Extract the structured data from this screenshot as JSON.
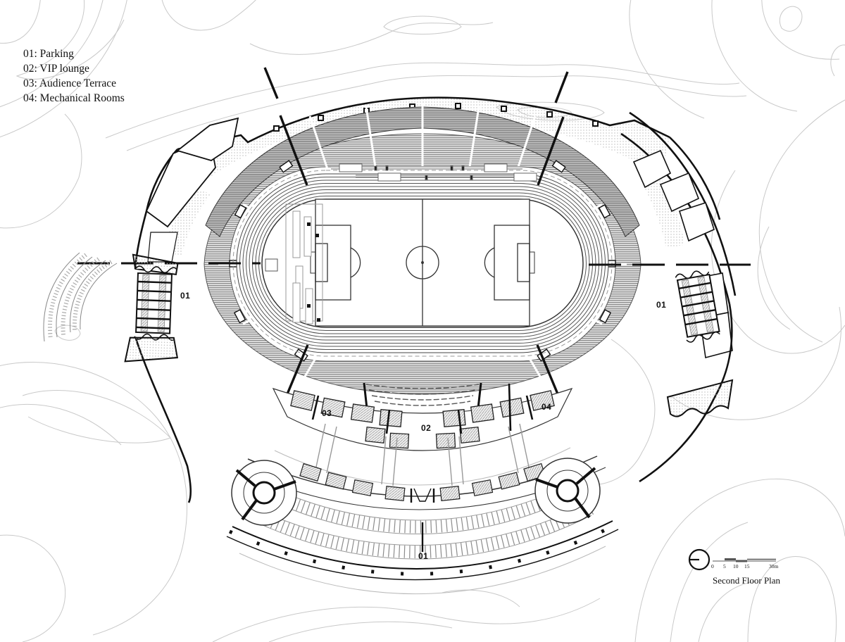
{
  "legend": {
    "items": [
      "01: Parking",
      "02: VIP lounge",
      "03: Audience Terrace",
      "04: Mechanical Rooms"
    ]
  },
  "plan_labels": {
    "parking_west": "01",
    "parking_east": "01",
    "parking_south": "01",
    "vip_lounge": "02",
    "audience_terrace": "03",
    "mechanical_rooms": "04"
  },
  "scale_bar": {
    "ticks": [
      "0",
      "5",
      "10",
      "15",
      "30m"
    ]
  },
  "caption": "Second Floor Plan",
  "colors": {
    "ink": "#1a1a1a",
    "contour": "#c9c9c9",
    "seating_hatch": "#8f8f8f",
    "paper": "#ffffff"
  }
}
